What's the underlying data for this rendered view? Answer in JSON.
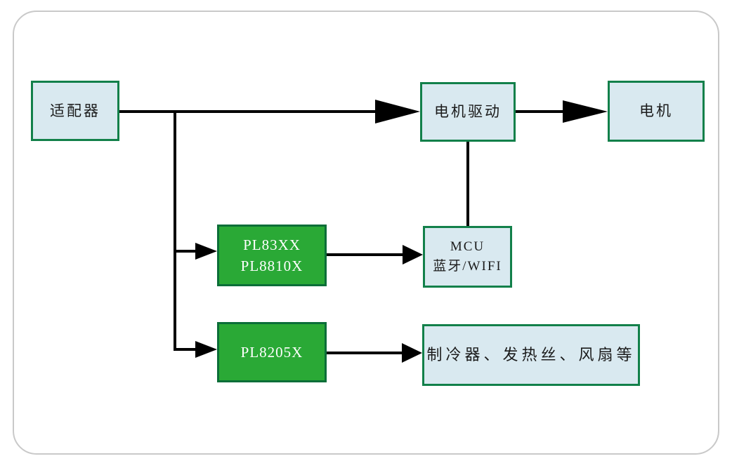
{
  "diagram": {
    "type": "block-diagram",
    "nodes": {
      "adapter": {
        "label": "适配器",
        "style": "blue"
      },
      "motor_drive": {
        "label": "电机驱动",
        "style": "blue"
      },
      "motor": {
        "label": "电机",
        "style": "blue"
      },
      "pl83xx": {
        "line1": "PL83XX",
        "line2": "PL8810X",
        "style": "green"
      },
      "mcu": {
        "line1": "MCU",
        "line2": "蓝牙/WIFI",
        "style": "blue"
      },
      "pl8205x": {
        "label": "PL8205X",
        "style": "green"
      },
      "loads": {
        "label": "制冷器、发热丝、风扇等",
        "style": "blue"
      }
    },
    "edges": [
      {
        "from": "适配器",
        "to": "电机驱动",
        "type": "arrow"
      },
      {
        "from": "电机驱动",
        "to": "电机",
        "type": "arrow"
      },
      {
        "from": "适配器",
        "to": "PL83XX/PL8810X",
        "type": "arrow"
      },
      {
        "from": "适配器",
        "to": "PL8205X",
        "type": "arrow"
      },
      {
        "from": "PL83XX/PL8810X",
        "to": "MCU 蓝牙/WIFI",
        "type": "arrow"
      },
      {
        "from": "MCU 蓝牙/WIFI",
        "to": "电机驱动",
        "type": "line"
      },
      {
        "from": "PL8205X",
        "to": "制冷器、发热丝、风扇等",
        "type": "arrow"
      }
    ],
    "colors": {
      "blue_fill": "#d9e9f0",
      "box_border": "#12804a",
      "green_fill": "#2aa936",
      "green_border": "#0b6e38",
      "green_text": "#ffffff",
      "text_color": "#1b1b1b",
      "line_color": "#000000",
      "frame_border": "#c9c9c9"
    }
  }
}
